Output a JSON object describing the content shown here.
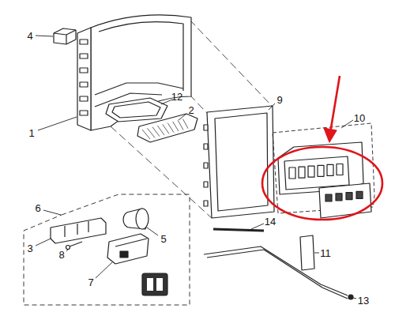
{
  "diagram": {
    "labels": [
      "4",
      "1",
      "12",
      "2",
      "9",
      "10",
      "6",
      "5",
      "3",
      "8",
      "7",
      "14",
      "11",
      "13"
    ]
  }
}
